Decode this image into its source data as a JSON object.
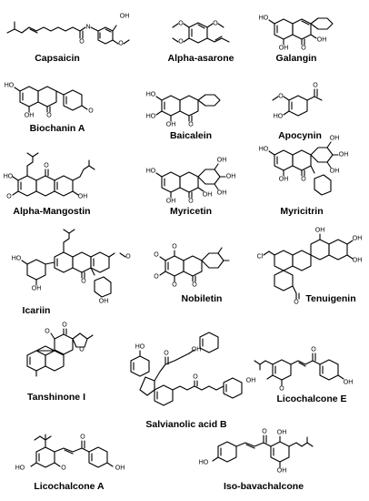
{
  "compounds": [
    {
      "name": "Capsaicin"
    },
    {
      "name": "Alpha-asarone"
    },
    {
      "name": "Galangin"
    },
    {
      "name": "Biochanin A"
    },
    {
      "name": "Baicalein"
    },
    {
      "name": "Apocynin"
    },
    {
      "name": "Alpha-Mangostin"
    },
    {
      "name": "Myricetin"
    },
    {
      "name": "Myricitrin"
    },
    {
      "name": "Icariin"
    },
    {
      "name": "Nobiletin"
    },
    {
      "name": "Tenuigenin"
    },
    {
      "name": "Tanshinone I"
    },
    {
      "name": "Salvianolic acid B"
    },
    {
      "name": "Licochalcone E"
    },
    {
      "name": "Licochalcone A"
    },
    {
      "name": "Iso-bavachalcone"
    }
  ],
  "atoms": {
    "oh": "OH",
    "ho": "HO",
    "o": "O",
    "h": "H",
    "n": "N",
    "cl": "Cl",
    "oh_ring": "OH"
  }
}
